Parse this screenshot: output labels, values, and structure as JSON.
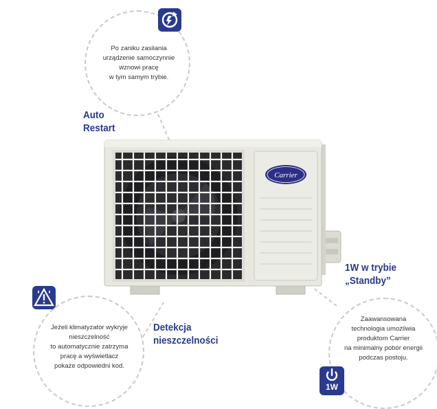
{
  "features": {
    "auto_restart": {
      "title_lines": [
        "Auto",
        "Restart"
      ],
      "desc_lines": [
        "Po zaniku zasilania",
        "urządzenie samoczynnie",
        "wznowi pracę",
        "w tym samym trybie."
      ],
      "icon": "power-restart-icon"
    },
    "leak_detection": {
      "title_lines": [
        "Detekcja",
        "nieszczelności"
      ],
      "desc_lines": [
        "Jeżeli klimatyzator wykryje",
        "nieszczelność",
        "to automatycznie zatrzyma",
        "pracę a wyświetlacz",
        "pokaże odpowiedni kod."
      ],
      "icon": "leak-warning-icon"
    },
    "standby": {
      "title_lines": [
        "1W w trybie",
        "„Standby”"
      ],
      "desc_lines": [
        "Zaawansowana",
        "technologia umożliwia",
        "produktom Carrier",
        "na minimalny pobór energii",
        "podczas postoju."
      ],
      "icon": "power-1w-icon",
      "badge_text": "1W"
    }
  },
  "unit": {
    "brand_logo": "Carrier"
  },
  "colors": {
    "accent": "#2a3a8c",
    "unit_body": "#e6e6df",
    "dashed": "#c9c9c9"
  }
}
